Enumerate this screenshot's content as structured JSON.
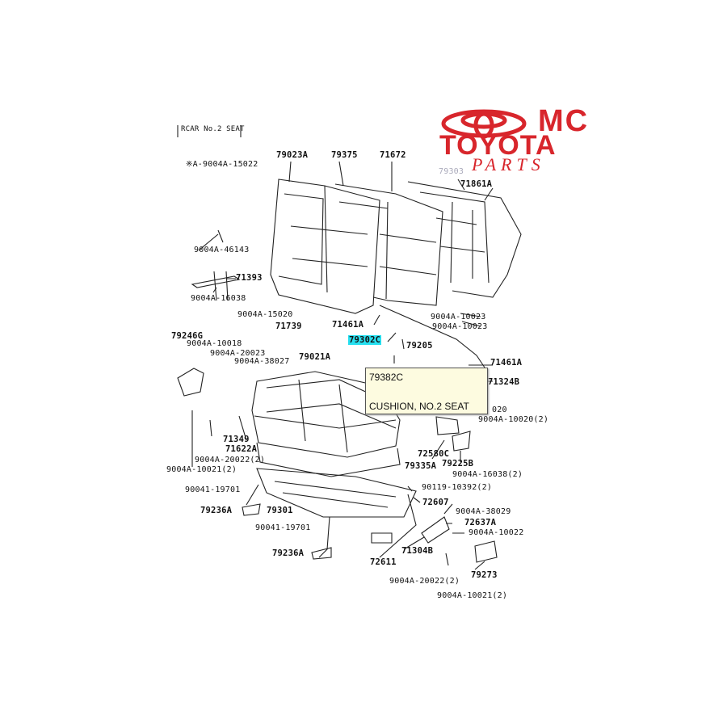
{
  "header": {
    "section_title": "RCAR No.2 SEAT"
  },
  "brand": {
    "mc": "MC",
    "toyota": "TOYOTA",
    "parts": "PARTS",
    "color": "#d8262c"
  },
  "tooltip": {
    "code": "79382C",
    "description": "CUSHION, NO.2 SEAT"
  },
  "highlight_color": "#27e0f0",
  "parts": {
    "p79023A": "79023A",
    "p79375": "79375",
    "p71672": "71672",
    "p79303": "79303",
    "p71861A": "71861A",
    "pA900415022": "※A-9004A-15022",
    "p9004A46143": "9004A-46143",
    "p71393": "71393",
    "p9004A16038a": "9004A-16038",
    "p9004A15020": "9004A-15020",
    "p79246G": "79246G",
    "p71739": "71739",
    "p9004A10018": "9004A-10018",
    "p9004A20023": "9004A-20023",
    "p9004A38027": "9004A-38027",
    "p79021A": "79021A",
    "p71461Aa": "71461A",
    "p79302C": "79302C",
    "p79205": "79205",
    "p9004A10023a": "9004A-10023",
    "p9004A10023b": "9004A-10023",
    "p71461Ab": "71461A",
    "p71324B": "71324B",
    "p020": "020",
    "p9004A10020": "9004A-10020(2)",
    "p71349": "71349",
    "p71622A": "71622A",
    "p9004A20022": "9004A-20022(2)",
    "p9004A10021a": "9004A-10021(2)",
    "p72580C": "72580C",
    "p79225B": "79225B",
    "p79335A": "79335A",
    "p9004A16038b": "9004A-16038(2)",
    "p90041_19701a": "90041-19701",
    "p90119_10392": "90119-10392(2)",
    "p79236Aa": "79236A",
    "p79301": "79301",
    "p72607": "72607",
    "p9004A38029": "9004A-38029",
    "p72637A": "72637A",
    "p90041_19701b": "90041-19701",
    "p9004A10022": "9004A-10022",
    "p79236Ab": "79236A",
    "p72611": "72611",
    "p71304B": "71304B",
    "p79273": "79273",
    "p9004A20022b": "9004A-20022(2)",
    "p9004A10021b": "9004A-10021(2)"
  }
}
